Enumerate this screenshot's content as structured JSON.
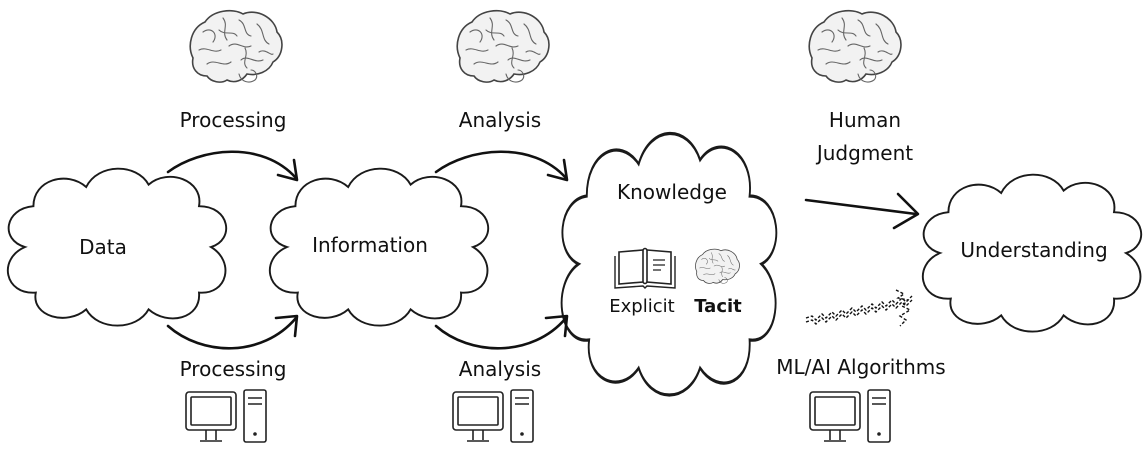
{
  "nodes": {
    "data": "Data",
    "information": "Information",
    "knowledge": "Knowledge",
    "explicit": "Explicit",
    "tacit": "Tacit",
    "understanding": "Understanding"
  },
  "labels": {
    "processing_top": "Processing",
    "analysis_top": "Analysis",
    "judgment_line1": "Human",
    "judgment_line2": "Judgment",
    "processing_bottom": "Processing",
    "analysis_bottom": "Analysis",
    "ml_ai": "ML/AI Algorithms"
  },
  "icons": {
    "brain": "brain-icon",
    "computer": "computer-icon",
    "book": "open-book-icon"
  }
}
